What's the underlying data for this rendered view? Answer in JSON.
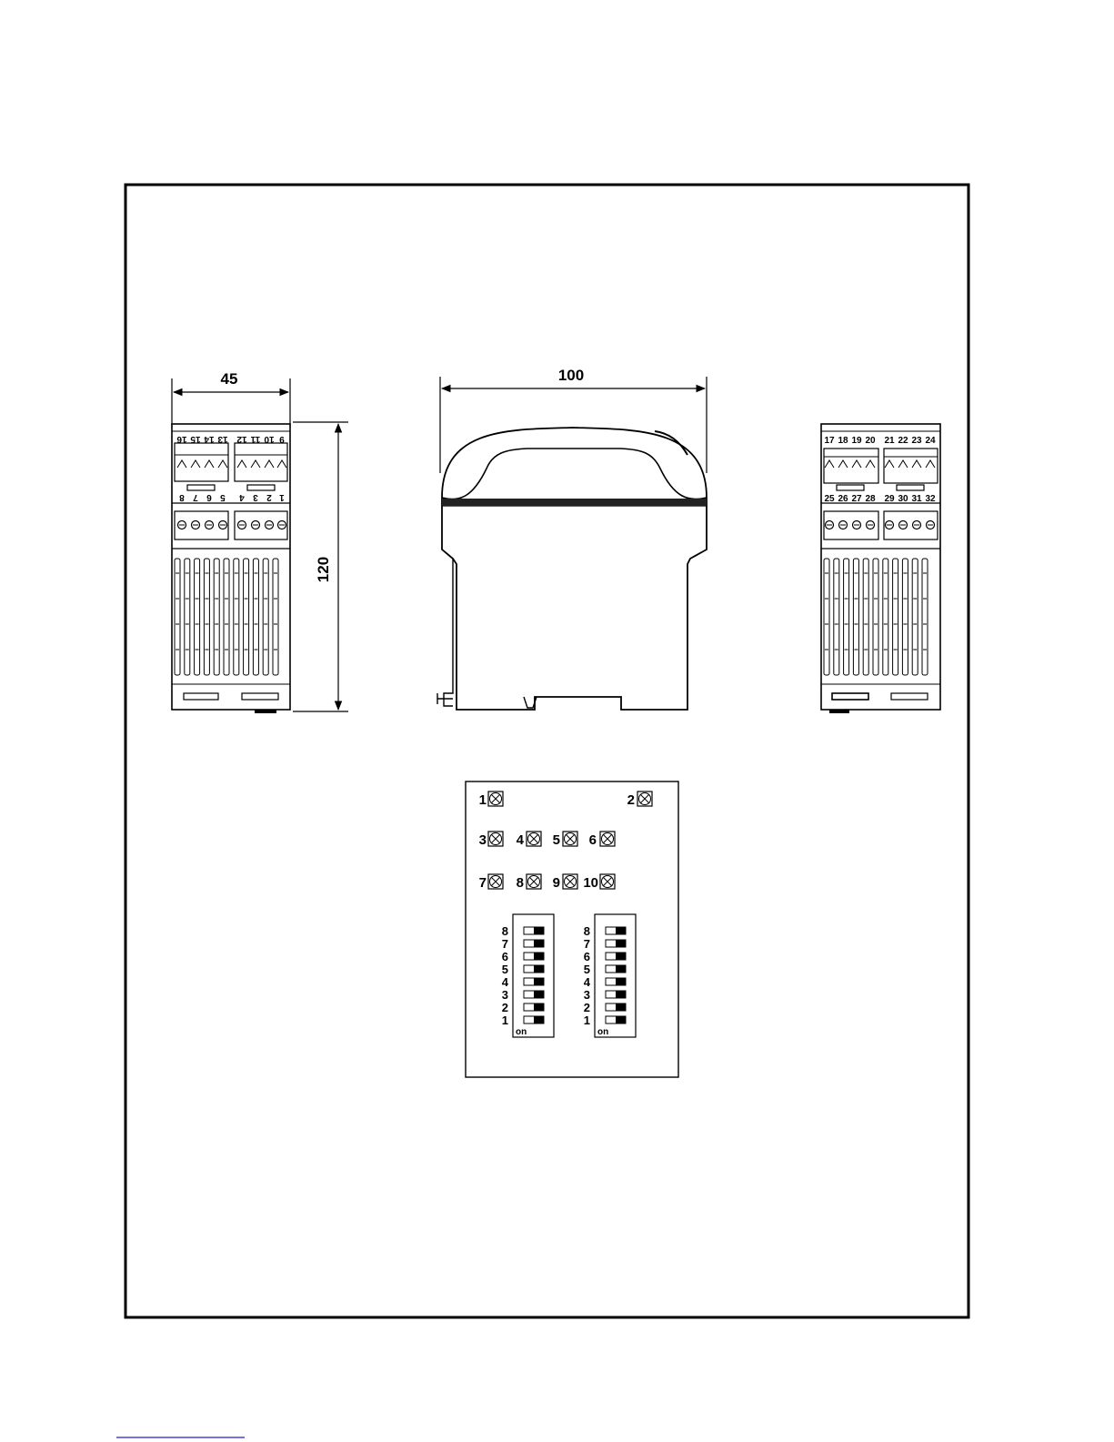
{
  "dimensions": {
    "width_label": "45",
    "depth_label": "100",
    "height_label": "120"
  },
  "front_view_terminals": {
    "top_row": [
      "16",
      "15",
      "14",
      "13",
      "12",
      "11",
      "10",
      "9"
    ],
    "bottom_row": [
      "8",
      "7",
      "6",
      "5",
      "4",
      "3",
      "2",
      "1"
    ]
  },
  "rear_view_terminals": {
    "top_row": [
      "17",
      "18",
      "19",
      "20",
      "21",
      "22",
      "23",
      "24"
    ],
    "bottom_row": [
      "25",
      "26",
      "27",
      "28",
      "29",
      "30",
      "31",
      "32"
    ]
  },
  "led_panel": {
    "leds": [
      "1",
      "2",
      "3",
      "4",
      "5",
      "6",
      "7",
      "8",
      "9",
      "10"
    ],
    "dip_switches": [
      {
        "positions": [
          "8",
          "7",
          "6",
          "5",
          "4",
          "3",
          "2",
          "1"
        ],
        "on_label": "on"
      },
      {
        "positions": [
          "8",
          "7",
          "6",
          "5",
          "4",
          "3",
          "2",
          "1"
        ],
        "on_label": "on"
      }
    ]
  },
  "colors": {
    "ink": "#000000",
    "background": "#ffffff",
    "link_underline": "#2222cc"
  }
}
